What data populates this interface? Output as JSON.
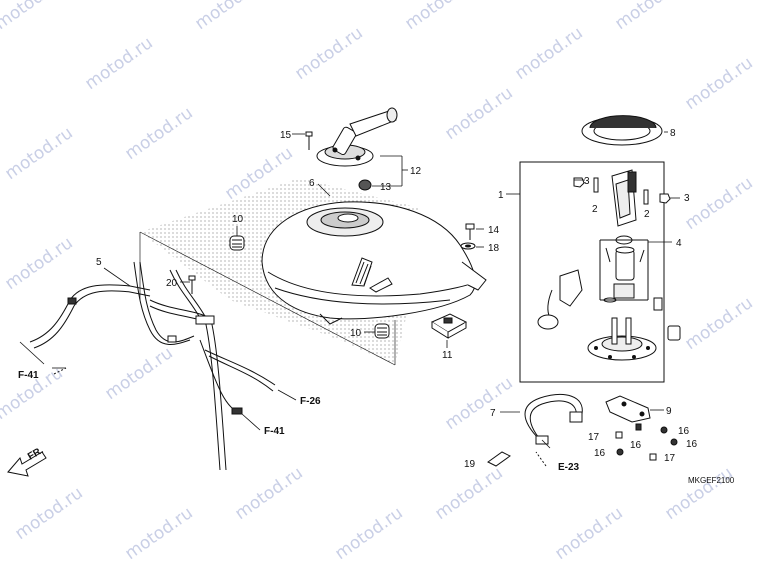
{
  "watermark": "motod.ru",
  "diagram_code": "MKGEF2100",
  "front_marker": "FR.",
  "part_labels": {
    "p1": "1",
    "p2a": "2",
    "p2b": "2",
    "p3a": "3",
    "p3b": "3",
    "p4": "4",
    "p5": "5",
    "p6": "6",
    "p7": "7",
    "p8": "8",
    "p9": "9",
    "p10a": "10",
    "p10b": "10",
    "p11": "11",
    "p12": "12",
    "p13": "13",
    "p14": "14",
    "p15": "15",
    "p16a": "16",
    "p16b": "16",
    "p16c": "16",
    "p17a": "17",
    "p17b": "17",
    "p18": "18",
    "p19": "19",
    "p20": "20"
  },
  "refs": {
    "f41a": "F-41",
    "f41b": "F-41",
    "f26": "F-26",
    "e23": "E-23"
  }
}
